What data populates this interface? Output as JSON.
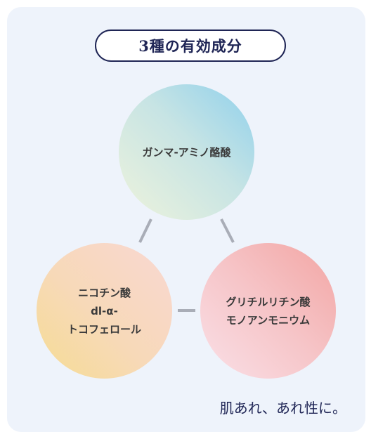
{
  "title": "3種の有効成分",
  "ingredients": {
    "top": [
      "ガンマ-アミノ酪酸"
    ],
    "left": [
      "ニコチン酸",
      "dl-α-",
      "トコフェロール"
    ],
    "right": [
      "グリチルリチン酸",
      "モノアンモニウム"
    ]
  },
  "tagline": "肌あれ、あれ性に。",
  "colors": {
    "navy": "#1f2555",
    "background": "#eef3fb",
    "connector": "#a9adb7"
  }
}
